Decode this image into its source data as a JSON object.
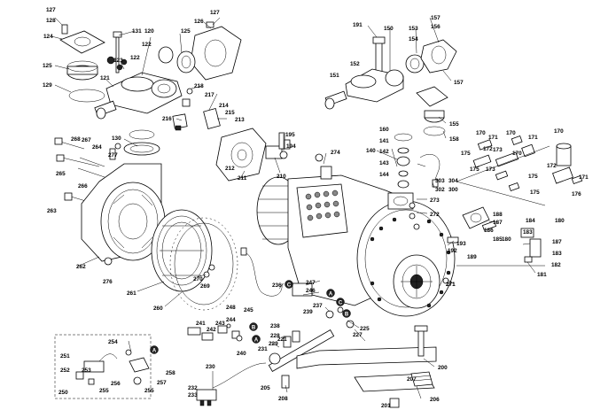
{
  "diagram": {
    "callouts": {
      "p127a": "127",
      "p128": "128",
      "p131": "131",
      "p120": "120",
      "p125a": "125",
      "p126": "126",
      "p127b": "127",
      "p124": "124",
      "p121": "121",
      "p122": "122",
      "p123": "123",
      "p129": "129",
      "p191": "191",
      "p150": "150",
      "p153": "153",
      "p154": "154",
      "p157a": "157",
      "p156": "156",
      "p152": "152",
      "p151": "151",
      "p157b": "157",
      "p155": "155",
      "p158": "158",
      "p218": "218",
      "p217": "217",
      "p216": "216",
      "p214": "214",
      "p215": "215",
      "p213": "213",
      "p212": "212",
      "p211": "211",
      "p210": "210",
      "p130": "130",
      "p268": "268",
      "p267": "267",
      "p264": "264",
      "p277": "277",
      "p265": "265",
      "p266": "266",
      "p263": "263",
      "p195": "195",
      "p194": "194",
      "p274": "274",
      "p160": "160",
      "p141": "141",
      "p142": "142",
      "p140": "140",
      "p143": "143",
      "p144": "144",
      "p303": "303",
      "p304": "304",
      "p302": "302",
      "p300": "300",
      "p170a": "170",
      "p171a": "171",
      "p170b": "170",
      "p171b": "171",
      "p175a": "175",
      "p172a": "172",
      "p173a": "173",
      "p170c": "170",
      "p175b": "175",
      "p173b": "173",
      "p175c": "175",
      "p175d": "175",
      "p170d": "170",
      "p172b": "172",
      "p171c": "171",
      "p176": "176",
      "p273": "273",
      "p272": "272",
      "p271a": "271",
      "p188": "188",
      "p187": "187",
      "p186": "186",
      "p185": "185",
      "p184": "184",
      "p183": "183",
      "p180a": "180",
      "p180b": "180",
      "p193": "193",
      "p192": "192",
      "p189": "189",
      "p181": "181",
      "p182": "182",
      "p262": "262",
      "p276": "276",
      "p261": "261",
      "p270": "270",
      "p269": "269",
      "p260": "260",
      "p236": "236",
      "p247": "247",
      "p246": "246",
      "p271b": "271",
      "p248": "248",
      "p241": "241",
      "p242": "242",
      "p243": "243",
      "p244": "244",
      "p245": "245",
      "p240": "240",
      "p237": "237",
      "p239": "239",
      "p238": "238",
      "p228": "228",
      "p229": "229",
      "p221": "221",
      "p227": "227",
      "p225": "225",
      "p231": "231",
      "p254": "254",
      "p251": "251",
      "p252": "252",
      "p253": "253",
      "p256": "256",
      "p255": "255",
      "p257": "257",
      "p250": "250",
      "p258": "258",
      "p230": "230",
      "p232": "232",
      "p233": "233",
      "p205": "205",
      "p208": "208",
      "p200": "200",
      "p207": "207",
      "p206": "206",
      "p201": "201"
    },
    "markers": {
      "ma1": "A",
      "mb1": "B",
      "mc1": "C",
      "mc2": "C",
      "ma2": "A",
      "mb2": "B",
      "ma3": "A"
    }
  }
}
